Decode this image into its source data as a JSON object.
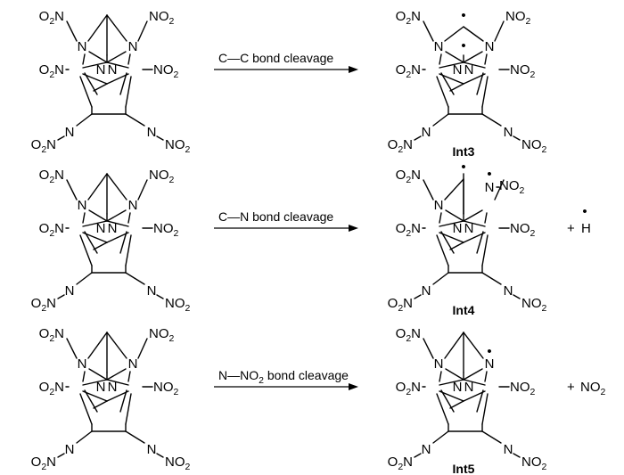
{
  "atoms": {
    "n": "N",
    "no2_left": [
      "O",
      "2",
      "N"
    ],
    "no2_right": [
      "NO",
      "2"
    ],
    "h": "H",
    "radical_dot": "•",
    "plus": "+"
  },
  "reactions": [
    {
      "arrow_label": [
        "C—C bond cleavage"
      ],
      "product_label": "Int3",
      "extra_product": null
    },
    {
      "arrow_label": [
        "C—N bond cleavage"
      ],
      "product_label": "Int4",
      "extra_product": "H"
    },
    {
      "arrow_label": [
        "N—NO",
        "2",
        " bond cleavage"
      ],
      "product_label": "Int5",
      "extra_product": [
        "NO",
        "2"
      ]
    }
  ]
}
